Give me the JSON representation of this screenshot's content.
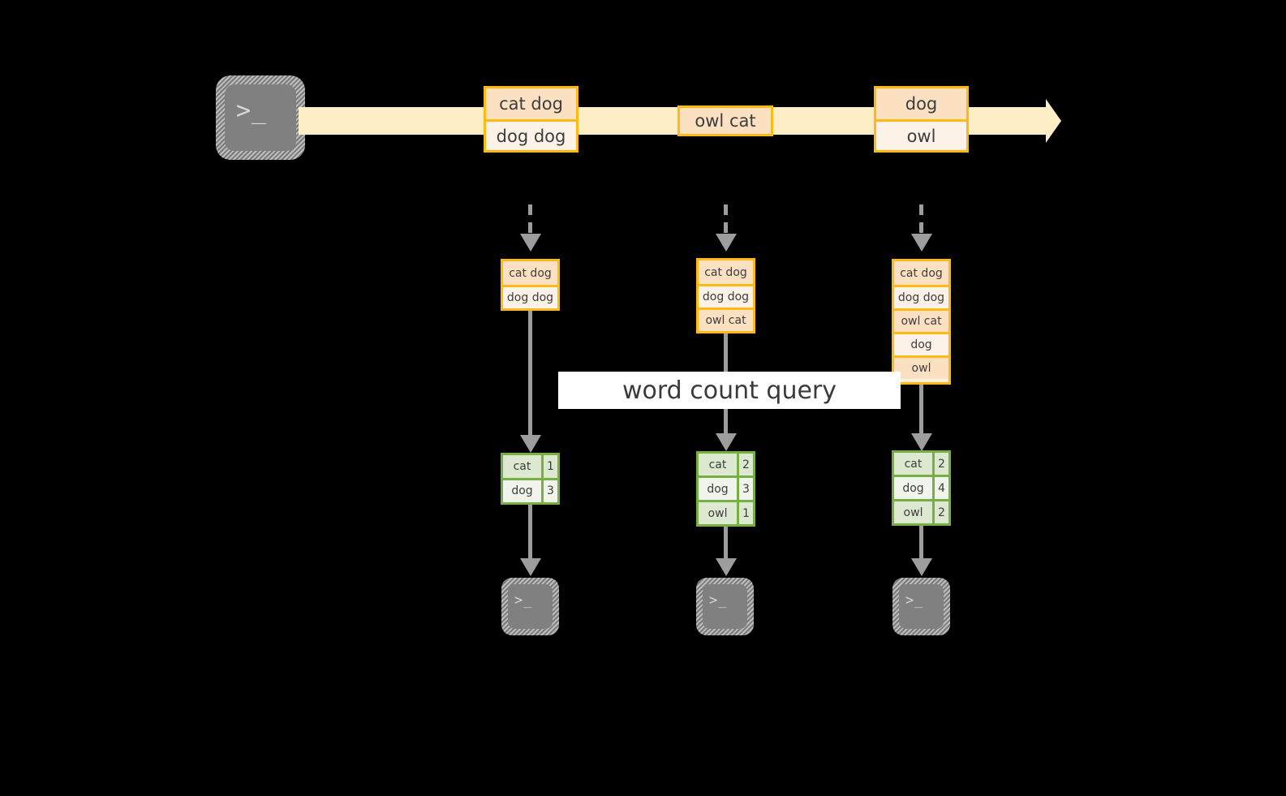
{
  "diagram": {
    "title_label": "word count query",
    "colors": {
      "background": "#000000",
      "stream_fill": "#fdeec8",
      "record_border": "#ffb914",
      "record_fill_dark": "#fce0c2",
      "record_fill_light": "#fdf2e8",
      "table_border": "#76b043",
      "table_fill_shade": "#dde8d1",
      "table_fill_plain": "#f0f4ec",
      "connector": "#9d9d9d",
      "terminal_body": "#808080",
      "label_bg": "#ffffff",
      "text": "#3d3d3d"
    },
    "source": {
      "icon": "terminal-icon",
      "glyph": ">_"
    },
    "stream": {
      "icon": "arrow-right-icon",
      "records": [
        {
          "id": "record-1",
          "lines": [
            {
              "text": "cat dog",
              "shade": "dark"
            },
            {
              "text": "dog dog",
              "shade": "light"
            }
          ]
        },
        {
          "id": "record-2",
          "lines": [
            {
              "text": "owl cat",
              "shade": "dark"
            }
          ]
        },
        {
          "id": "record-3",
          "lines": [
            {
              "text": "dog",
              "shade": "dark"
            },
            {
              "text": "owl",
              "shade": "light"
            }
          ]
        }
      ]
    },
    "snapshots": [
      {
        "id": "snapshot-1",
        "input": {
          "lines": [
            {
              "text": "cat dog",
              "shade": "dark"
            },
            {
              "text": "dog dog",
              "shade": "light"
            }
          ]
        },
        "result": {
          "rows": [
            {
              "key": "cat",
              "value": "1",
              "shade": "shade"
            },
            {
              "key": "dog",
              "value": "3",
              "shade": "plain"
            }
          ]
        },
        "sink": {
          "icon": "terminal-icon",
          "glyph": ">_"
        }
      },
      {
        "id": "snapshot-2",
        "input": {
          "lines": [
            {
              "text": "cat dog",
              "shade": "dark"
            },
            {
              "text": "dog dog",
              "shade": "light"
            },
            {
              "text": "owl cat",
              "shade": "dark"
            }
          ]
        },
        "result": {
          "rows": [
            {
              "key": "cat",
              "value": "2",
              "shade": "shade"
            },
            {
              "key": "dog",
              "value": "3",
              "shade": "plain"
            },
            {
              "key": "owl",
              "value": "1",
              "shade": "shade"
            }
          ]
        },
        "sink": {
          "icon": "terminal-icon",
          "glyph": ">_"
        }
      },
      {
        "id": "snapshot-3",
        "input": {
          "lines": [
            {
              "text": "cat dog",
              "shade": "dark"
            },
            {
              "text": "dog dog",
              "shade": "light"
            },
            {
              "text": "owl cat",
              "shade": "dark"
            },
            {
              "text": "dog",
              "shade": "light"
            },
            {
              "text": "owl",
              "shade": "dark"
            }
          ]
        },
        "result": {
          "rows": [
            {
              "key": "cat",
              "value": "2",
              "shade": "shade"
            },
            {
              "key": "dog",
              "value": "4",
              "shade": "plain"
            },
            {
              "key": "owl",
              "value": "2",
              "shade": "shade"
            }
          ]
        },
        "sink": {
          "icon": "terminal-icon",
          "glyph": ">_"
        }
      }
    ]
  }
}
